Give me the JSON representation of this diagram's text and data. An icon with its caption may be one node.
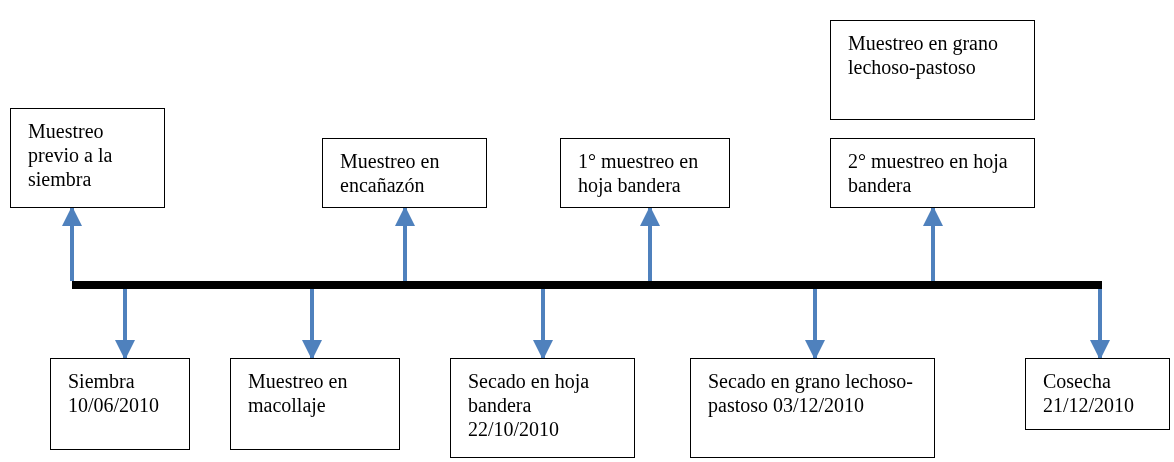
{
  "diagram": {
    "nodes": [
      {
        "text": [],
        "shape": "bar"
      },
      {
        "text": [
          "Muestreo previo a la siembra"
        ]
      },
      {
        "text": [
          "Muestreo en encañazón"
        ]
      },
      {
        "text": [
          "1° muestreo en hoja bandera"
        ]
      },
      {
        "text": [
          "Muestreo en grano lechoso-pastoso"
        ]
      },
      {
        "text": [
          "2° muestreo en hoja bandera"
        ]
      },
      {
        "text": [
          "Siembra 10/06/2010"
        ]
      },
      {
        "text": [
          "Muestreo en macollaje"
        ]
      },
      {
        "text": [
          "Secado en hoja bandera 22/10/2010"
        ]
      },
      {
        "text": [
          "Secado en grano lechoso-pastoso 03/12/2010"
        ]
      },
      {
        "text": [
          "Cosecha 21/12/2010"
        ]
      }
    ],
    "edges": [
      {
        "from": 0,
        "to": 1,
        "arrow": "to"
      },
      {
        "from": 0,
        "to": 2,
        "arrow": "to"
      },
      {
        "from": 0,
        "to": 3,
        "arrow": "to"
      },
      {
        "from": 0,
        "to": 5,
        "arrow": "to"
      },
      {
        "from": 0,
        "to": 6,
        "arrow": "to"
      },
      {
        "from": 0,
        "to": 7,
        "arrow": "to"
      },
      {
        "from": 0,
        "to": 8,
        "arrow": "to"
      },
      {
        "from": 0,
        "to": 9,
        "arrow": "to"
      },
      {
        "from": 0,
        "to": 10,
        "arrow": "to"
      }
    ]
  }
}
